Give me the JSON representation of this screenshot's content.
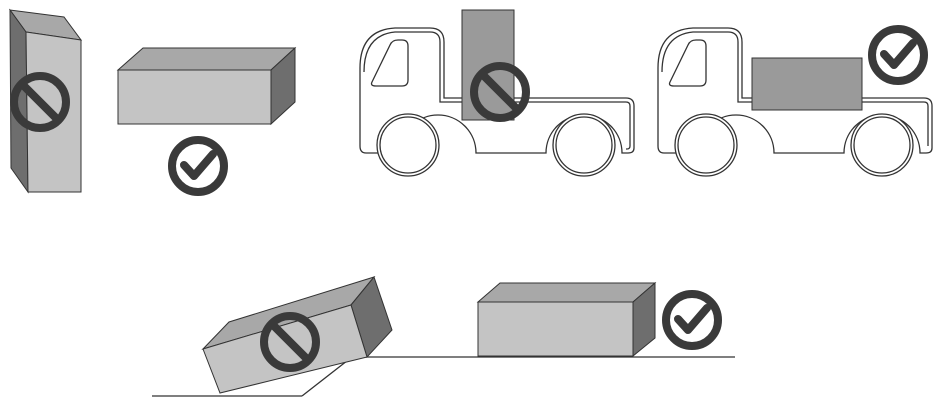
{
  "colors": {
    "background": "#ffffff",
    "box_front": "#c4c4c4",
    "box_top": "#a8a8a8",
    "box_side": "#6e6e6e",
    "outline": "#333333",
    "icon_dark": "#3a3a3a",
    "truck_cargo": "#9a9a9a"
  },
  "panels": [
    {
      "id": "upright-vs-flat",
      "wrong": "box-standing-upright",
      "correct": "box-lying-flat"
    },
    {
      "id": "truck-loading",
      "wrong": "box-standing-on-truck-bed",
      "correct": "box-lying-flat-on-truck-bed"
    },
    {
      "id": "ground-placement",
      "wrong": "box-tilted-on-slope",
      "correct": "box-flat-on-level-ground"
    }
  ],
  "icons": {
    "prohibited": "prohibited-icon",
    "approved": "checkmark-icon"
  }
}
